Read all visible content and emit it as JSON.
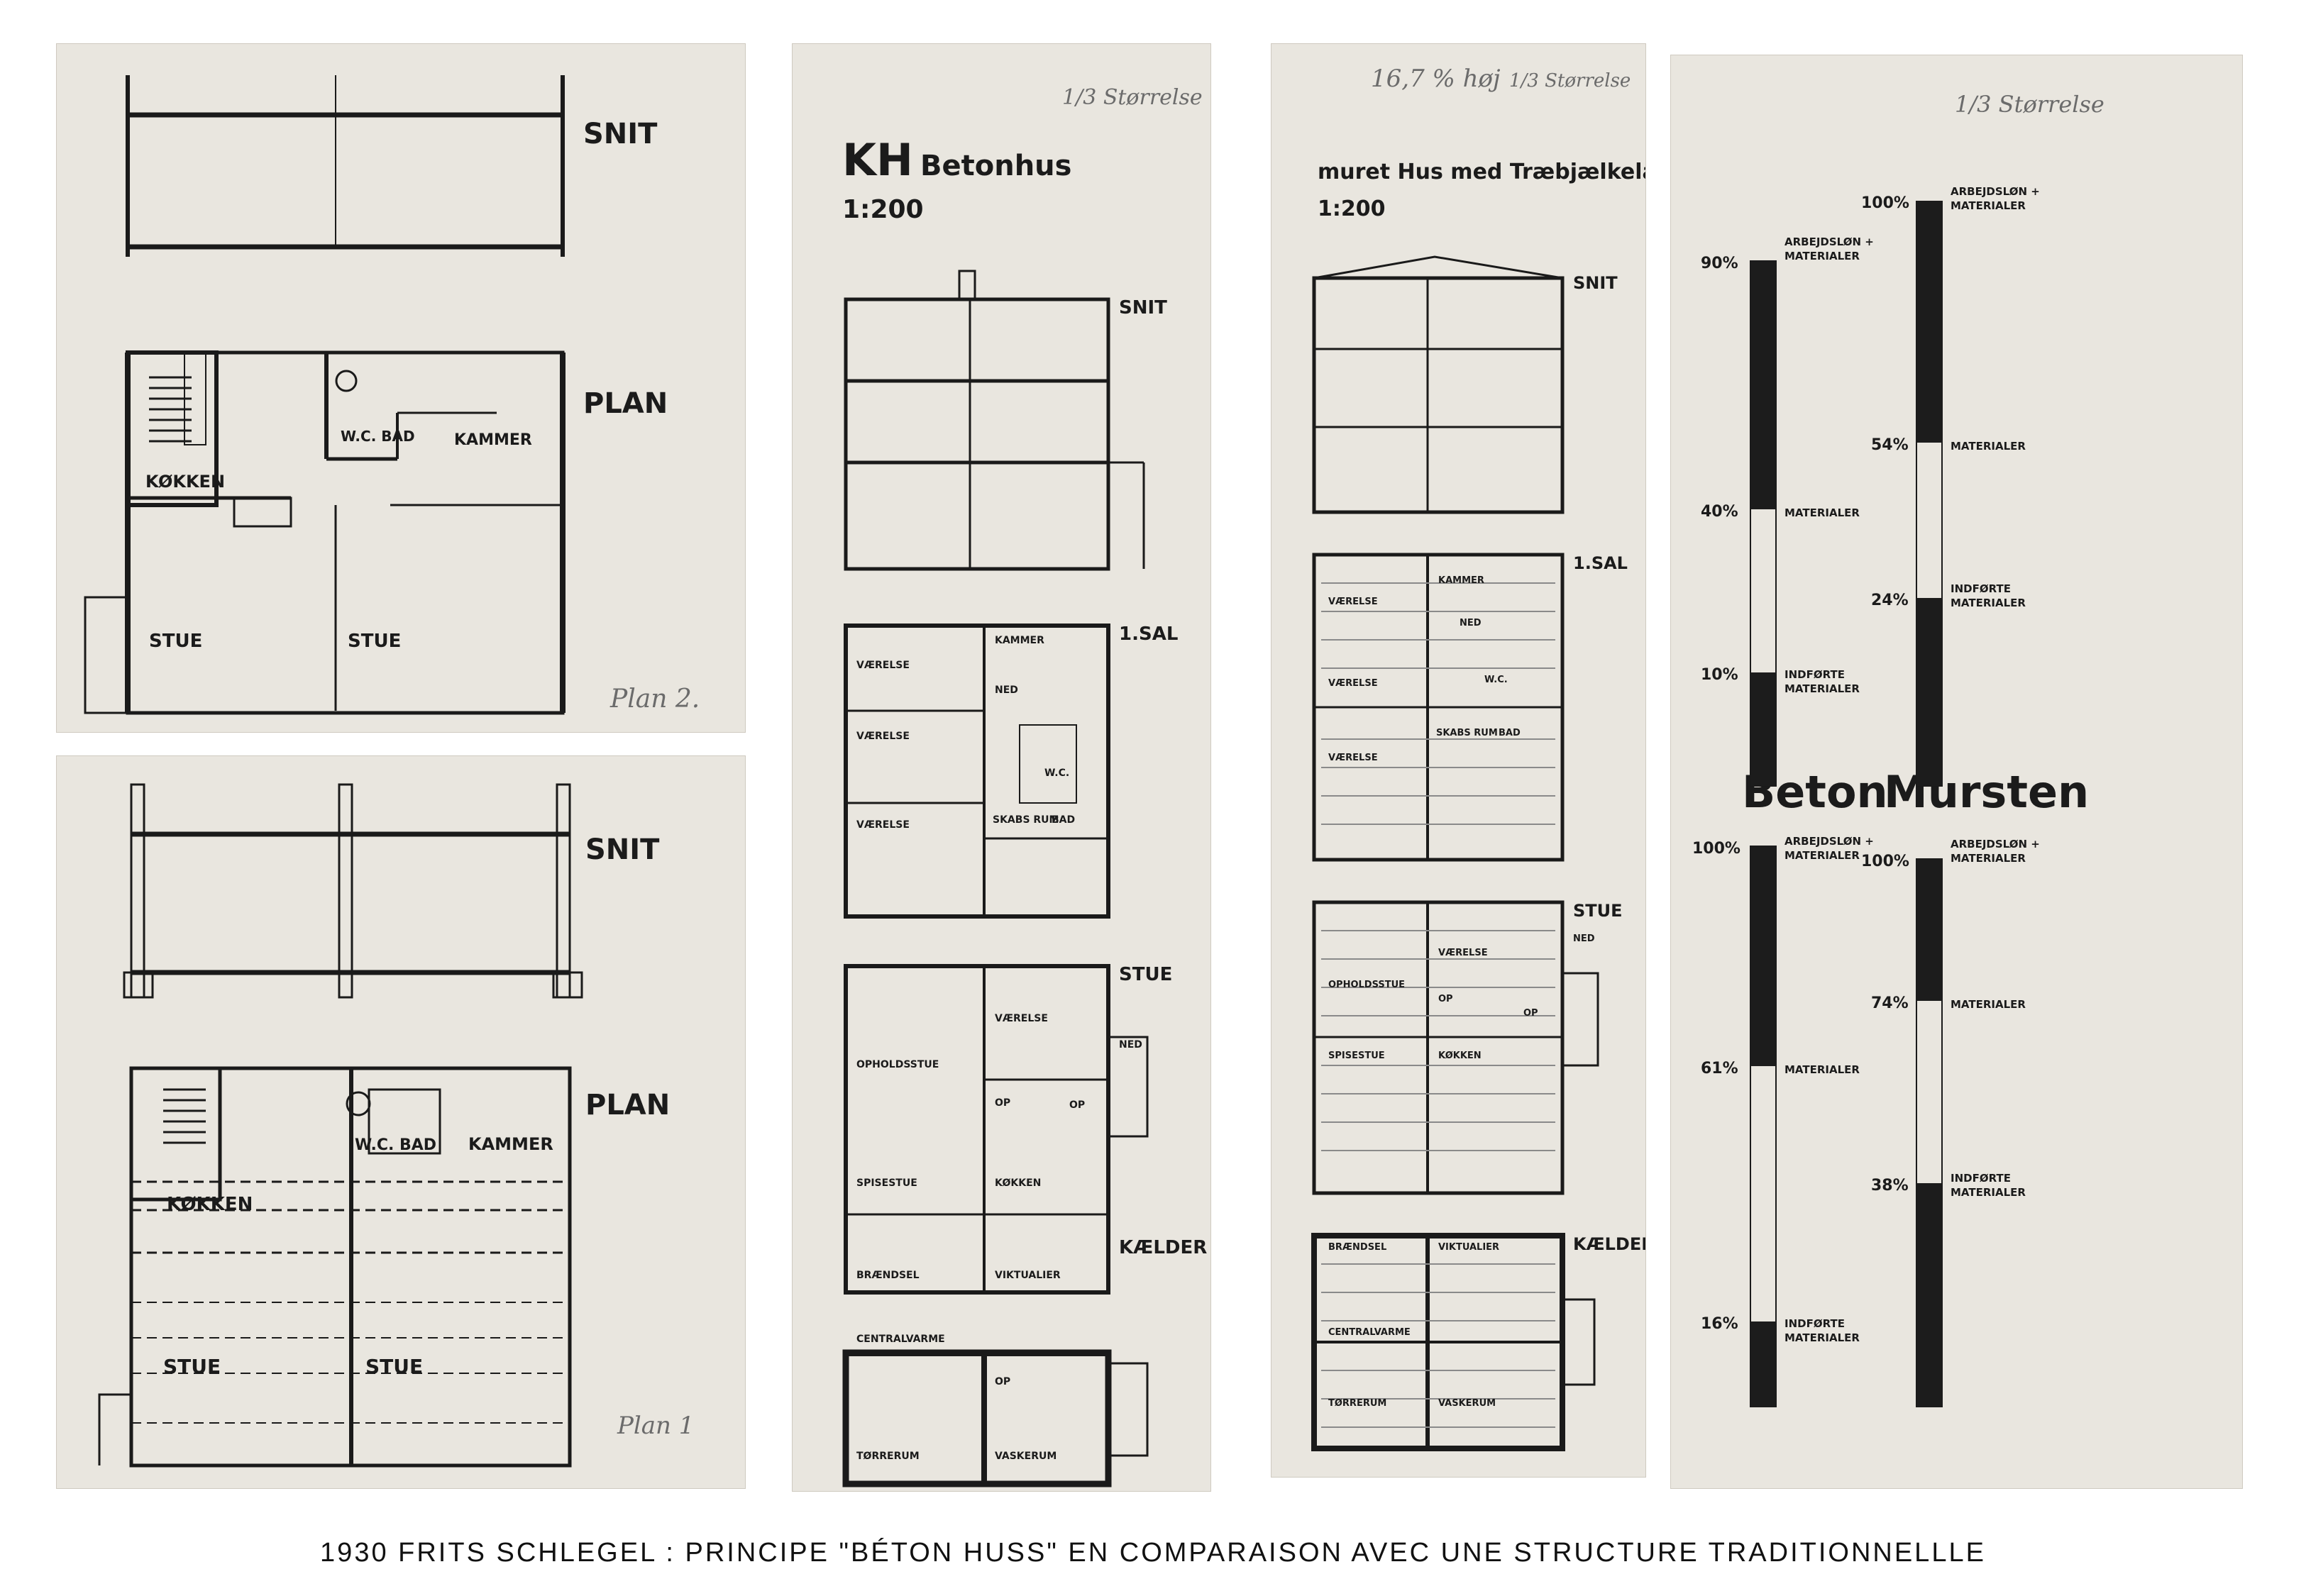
{
  "plan2": {
    "snit": "SNIT",
    "plan": "PLAN",
    "bad": "W.C. BAD",
    "kammer": "KAMMER",
    "kokken": "KØKKEN",
    "stue_left": "STUE",
    "stue_right": "STUE",
    "note": "Plan 2."
  },
  "plan1": {
    "snit": "SNIT",
    "plan": "PLAN",
    "bad": "W.C. BAD",
    "kammer": "KAMMER",
    "kokken": "KØKKEN",
    "stue_left": "STUE",
    "stue_right": "STUE",
    "note": "Plan 1"
  },
  "beton_sheet": {
    "scale_note": "1/3 Størrelse",
    "title_kh": "KH",
    "title_rest": "Betonhus",
    "scale": "1:200",
    "snit": "SNIT",
    "sal": "1.SAL",
    "stue": "STUE",
    "kaelder": "KÆLDER",
    "rooms": {
      "kammer": "KAMMER",
      "vaerelse1": "VÆRELSE",
      "vaerelse2": "VÆRELSE",
      "vaerelse3": "VÆRELSE",
      "ned1": "NED",
      "wc": "W.C.",
      "skabsrum": "SKABS RUM",
      "bad": "BAD",
      "ned2": "NED",
      "vaerelse4": "VÆRELSE",
      "opholdsstue": "OPHOLDSSTUE",
      "op1": "OP",
      "op2": "OP",
      "spisestue": "SPISESTUE",
      "kokken": "KØKKEN",
      "braendsel": "BRÆNDSEL",
      "viktualier": "VIKTUALIER",
      "centralvarme": "CENTRALVARME",
      "op3": "OP",
      "torrerum": "TØRRERUM",
      "vaskerum": "VASKERUM"
    }
  },
  "murst_sheet": {
    "scale_note": "1/3 Størrelse",
    "height_note": "16,7 % høj",
    "title": "muret Hus med Træbjælkelag",
    "scale": "1:200",
    "snit": "SNIT",
    "sal": "1.SAL",
    "stue": "STUE",
    "kaelder": "KÆLDER",
    "rooms": {
      "kammer": "KAMMER",
      "vaerelse1": "VÆRELSE",
      "vaerelse2": "VÆRELSE",
      "vaerelse3": "VÆRELSE",
      "ned1": "NED",
      "wc": "W.C.",
      "skabsrum": "SKABS RUM",
      "bad": "BAD",
      "ned2": "NED",
      "vaerelse4": "VÆRELSE",
      "opholdsstue": "OPHOLDSSTUE",
      "op1": "OP",
      "op2": "OP",
      "spisestue": "SPISESTUE",
      "kokken": "KØKKEN",
      "braendsel": "BRÆNDSEL",
      "viktualier": "VIKTUALIER",
      "centralvarme": "CENTRALVARME",
      "torrerum": "TØRRERUM",
      "vaskerum": "VASKERUM"
    }
  },
  "cost_sheet": {
    "scale_note": "1/3 Størrelse",
    "beton_heading": "Beton",
    "murst_heading": "Mursten",
    "upper": {
      "beton": {
        "top": "90%",
        "top_label_1": "ARBEJDSLØN +",
        "top_label_2": "MATERIALER",
        "mid": "40%",
        "mid_label": "MATERIALER",
        "low": "10%",
        "low_label_1": "INDFØRTE",
        "low_label_2": "MATERIALER"
      },
      "murst": {
        "top": "100%",
        "top_label_1": "ARBEJDSLØN +",
        "top_label_2": "MATERIALER",
        "mid": "54%",
        "mid_label": "MATERIALER",
        "low": "24%",
        "low_label_1": "INDFØRTE",
        "low_label_2": "MATERIALER"
      }
    },
    "lower": {
      "beton": {
        "top": "100%",
        "top_label_1": "ARBEJDSLØN +",
        "top_label_2": "MATERIALER",
        "mid": "61%",
        "mid_label": "MATERIALER",
        "low": "16%",
        "low_label_1": "INDFØRTE",
        "low_label_2": "MATERIALER"
      },
      "murst": {
        "top": "100%",
        "top_label_1": "ARBEJDSLØN +",
        "top_label_2": "MATERIALER",
        "mid": "74%",
        "mid_label": "MATERIALER",
        "low": "38%",
        "low_label_1": "INDFØRTE",
        "low_label_2": "MATERIALER"
      }
    }
  },
  "caption": "1930 FRITS SCHLEGEL : PRINCIPE \"BÉTON HUSS\" EN COMPARAISON AVEC UNE STRUCTURE TRADITIONNELLLE"
}
